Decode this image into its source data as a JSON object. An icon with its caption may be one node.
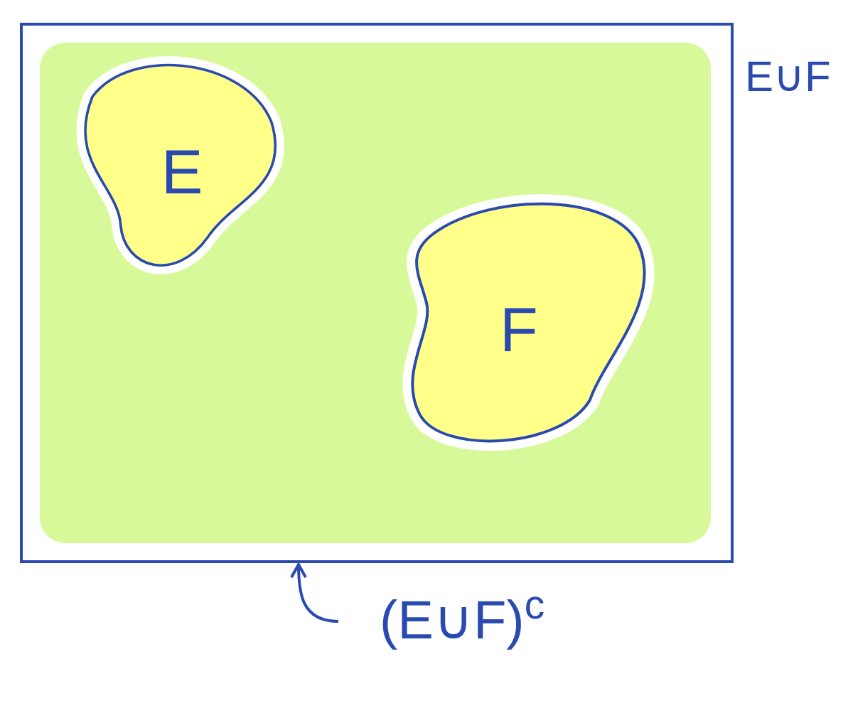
{
  "diagram": {
    "nodes": [
      {
        "text": [],
        "shape": "box"
      },
      {
        "text": [
          "E"
        ],
        "in": 0
      },
      {
        "text": [
          "F"
        ],
        "in": 0
      },
      {
        "text": [
          "(E∪F)$^{c}$"
        ]
      }
    ],
    "edges": [
      {
        "from": 3,
        "to": 0,
        "arrow": "to"
      }
    ],
    "labels": [
      "E∪F"
    ]
  }
}
